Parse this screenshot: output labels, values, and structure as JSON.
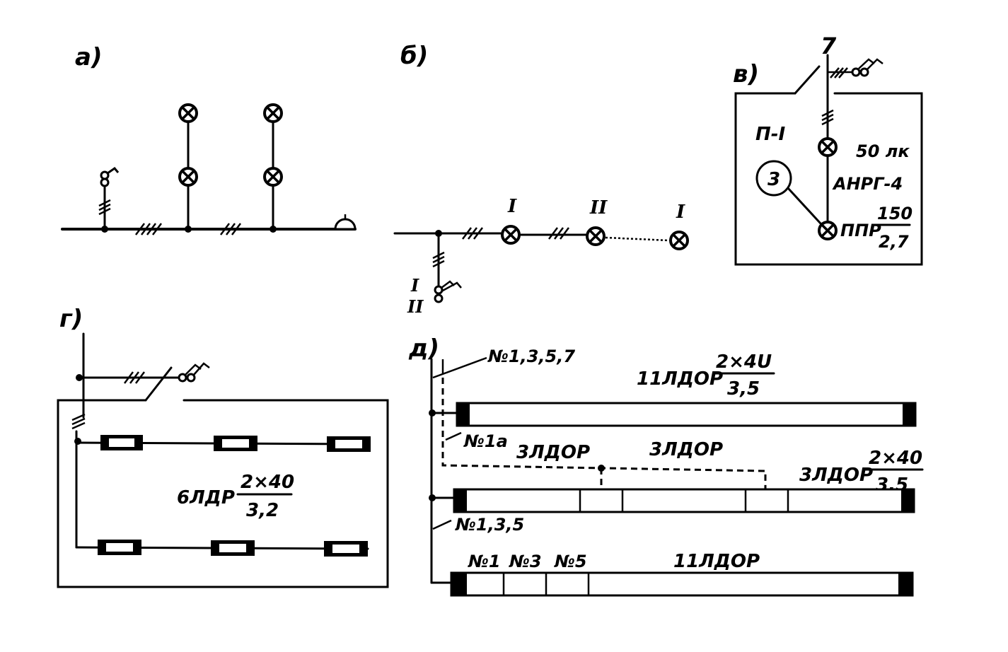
{
  "panels": {
    "a": "а)",
    "b": "б)",
    "v": "в)",
    "g": "г)",
    "d": "д)"
  },
  "panel_b": {
    "riser_label_1": "I",
    "riser_label_2": "II",
    "lamp_1": "I",
    "lamp_2": "II",
    "lamp_3": "I"
  },
  "panel_v": {
    "top_mark": "7",
    "room": "П-I",
    "illum": "50 лк",
    "circle_num": "3",
    "cable": "АНРГ-4",
    "fixture": "ППР",
    "power": "150",
    "height": "2,7"
  },
  "panel_g": {
    "fixture": "6ЛДР",
    "power": "2×40",
    "height": "3,2"
  },
  "panel_d": {
    "feeder_top": "№1,3,5,7",
    "row1_label": "11ЛДОР",
    "row1_power": "2×4U",
    "row1_height": "3,5",
    "feeder_1a": "№1а",
    "row2_lbl_a": "3ЛДОР",
    "row2_lbl_b": "3ЛДОР",
    "row2_lbl_c": "3ЛДОР",
    "row2_power": "2×40",
    "row2_height": "3,5",
    "feeder_135": "№1,3,5",
    "row3_n1": "№1",
    "row3_n3": "№3",
    "row3_n5": "№5",
    "row3_label": "11ЛДОР"
  }
}
